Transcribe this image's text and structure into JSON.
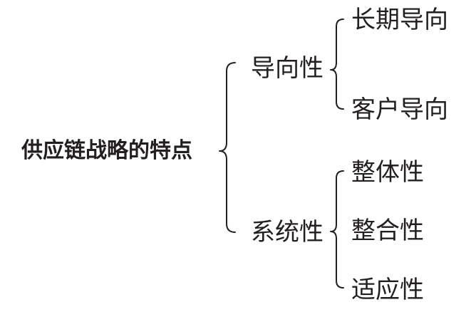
{
  "diagram": {
    "root": {
      "label": "供应链战略的特点"
    },
    "branches": [
      {
        "label": "导向性",
        "children": [
          {
            "label": "长期导向"
          },
          {
            "label": "客户导向"
          }
        ]
      },
      {
        "label": "系统性",
        "children": [
          {
            "label": "整体性"
          },
          {
            "label": "整合性"
          },
          {
            "label": "适应性"
          }
        ]
      }
    ],
    "colors": {
      "text": "#231f20",
      "line": "#231f20",
      "background": "#ffffff"
    }
  }
}
